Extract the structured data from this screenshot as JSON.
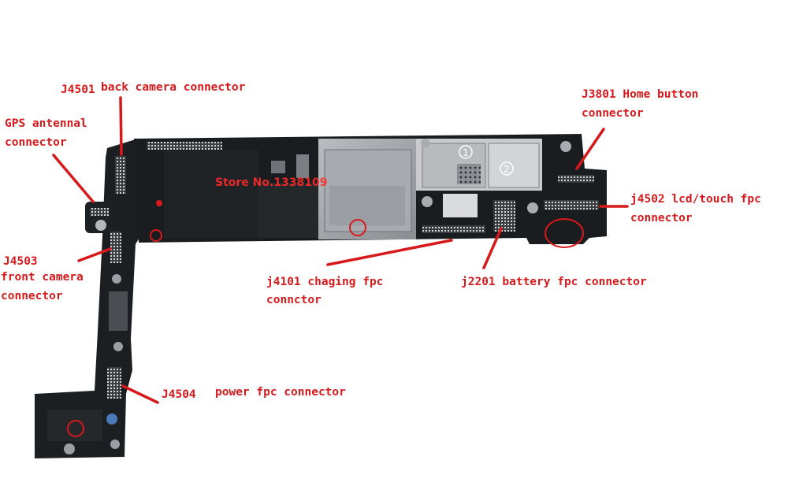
{
  "labels": {
    "back_camera_code": "J4501",
    "back_camera_name": "back camera connector",
    "gps_line1": "GPS antennal",
    "gps_line2": "connector",
    "front_camera_line1": "J4503",
    "front_camera_line2": "front camera",
    "front_camera_line3": "connector",
    "home_button_line1": "J3801 Home button",
    "home_button_line2": "connector",
    "lcd_touch_line1": "j4502 lcd/touch fpc",
    "lcd_touch_line2": "connector",
    "charging_line1": "j4101 chaging fpc",
    "charging_line2": "connctor",
    "battery_line1": "j2201 battery fpc connector",
    "power_code": "J4504",
    "power_name": "power fpc connector"
  },
  "watermark": "Store No.1338109",
  "chip_markers": [
    "1",
    "2"
  ],
  "colors": {
    "annotation": "#d7191c",
    "board": "#1a1d1f",
    "shield": "#202325",
    "connector": "#c9ccd0"
  }
}
